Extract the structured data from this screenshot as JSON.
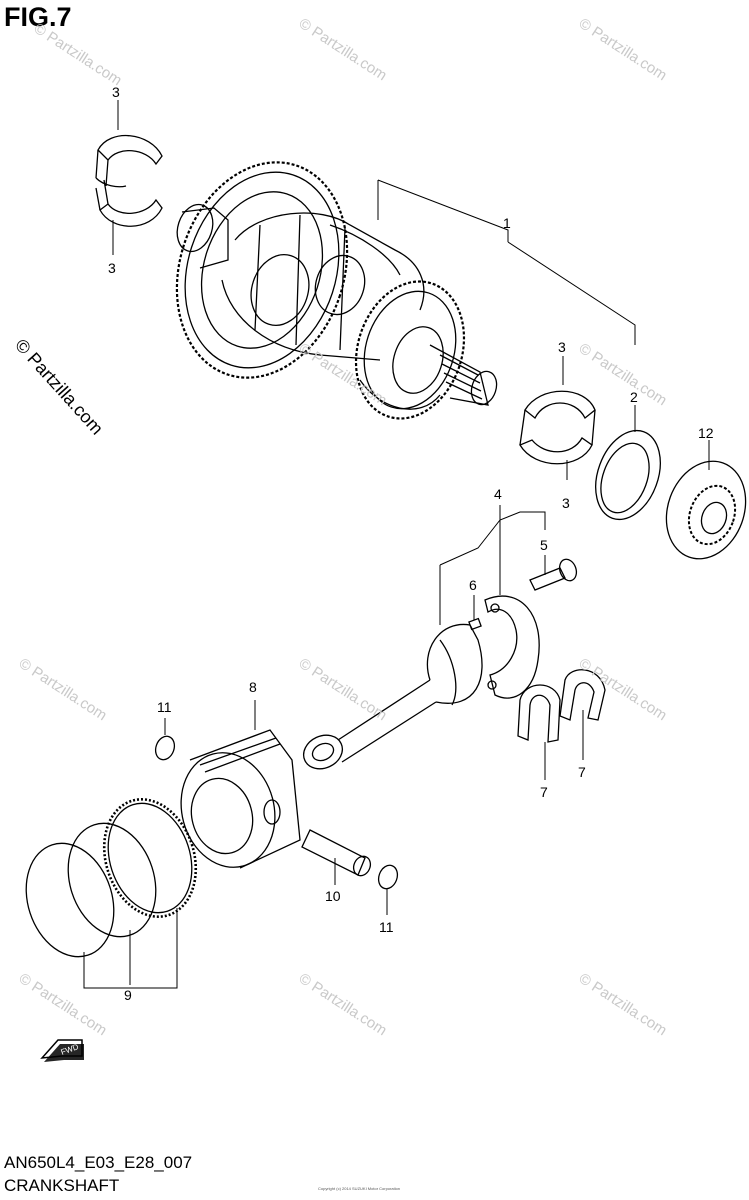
{
  "figure": {
    "title": "FIG.7",
    "model_code": "AN650L4_E03_E28_007",
    "section": "CRANKSHAFT",
    "copyright_small": "Copyright (c) 2014 SUZUKI Motor Corporation"
  },
  "watermark": {
    "text": "© Partzilla.com"
  },
  "direction_indicator": {
    "text": "FWD"
  },
  "callouts": [
    {
      "part_no": "1",
      "desc": "crankshaft assembly"
    },
    {
      "part_no": "2",
      "desc": "thrust washer"
    },
    {
      "part_no": "3",
      "desc": "crankshaft bearing"
    },
    {
      "part_no": "3",
      "desc": "crankshaft bearing"
    },
    {
      "part_no": "3",
      "desc": "crankshaft bearing"
    },
    {
      "part_no": "3",
      "desc": "crankshaft bearing"
    },
    {
      "part_no": "4",
      "desc": "connecting rod"
    },
    {
      "part_no": "5",
      "desc": "bolt"
    },
    {
      "part_no": "6",
      "desc": "pin"
    },
    {
      "part_no": "7",
      "desc": "crankpin bearing"
    },
    {
      "part_no": "7",
      "desc": "crankpin bearing"
    },
    {
      "part_no": "8",
      "desc": "piston"
    },
    {
      "part_no": "9",
      "desc": "piston ring set"
    },
    {
      "part_no": "10",
      "desc": "piston pin"
    },
    {
      "part_no": "11",
      "desc": "circlip"
    },
    {
      "part_no": "11",
      "desc": "circlip"
    },
    {
      "part_no": "12",
      "desc": "gear"
    }
  ]
}
